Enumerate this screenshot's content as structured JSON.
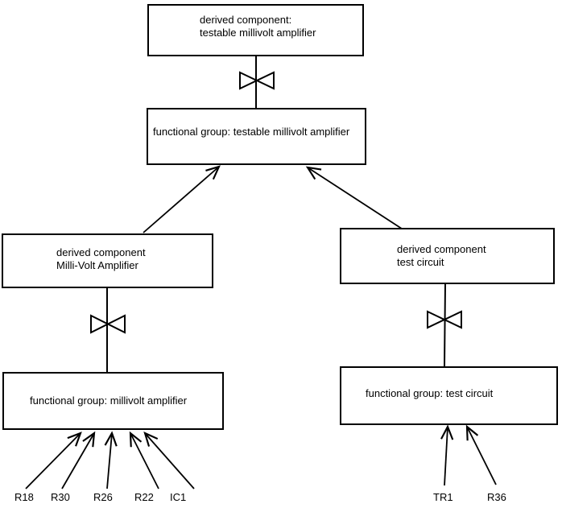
{
  "diagram": {
    "colors": {
      "line": "#000000",
      "background": "#ffffff",
      "box_fill": "#ffffff"
    },
    "nodes": {
      "derived_testable": {
        "line1": "derived component:",
        "line2": "testable millivolt amplifier"
      },
      "functional_testable": {
        "label": "functional group: testable millivolt amplifier"
      },
      "derived_millivolt": {
        "line1": "derived component",
        "line2": "Milli-Volt Amplifier"
      },
      "derived_test": {
        "line1": "derived component",
        "line2": "test circuit"
      },
      "functional_millivolt": {
        "label": "functional group: millivolt amplifier"
      },
      "functional_test": {
        "label": "functional group: test circuit"
      }
    },
    "components_left": [
      "R18",
      "R30",
      "R26",
      "R22",
      "IC1"
    ],
    "components_right": [
      "TR1",
      "R36"
    ]
  }
}
